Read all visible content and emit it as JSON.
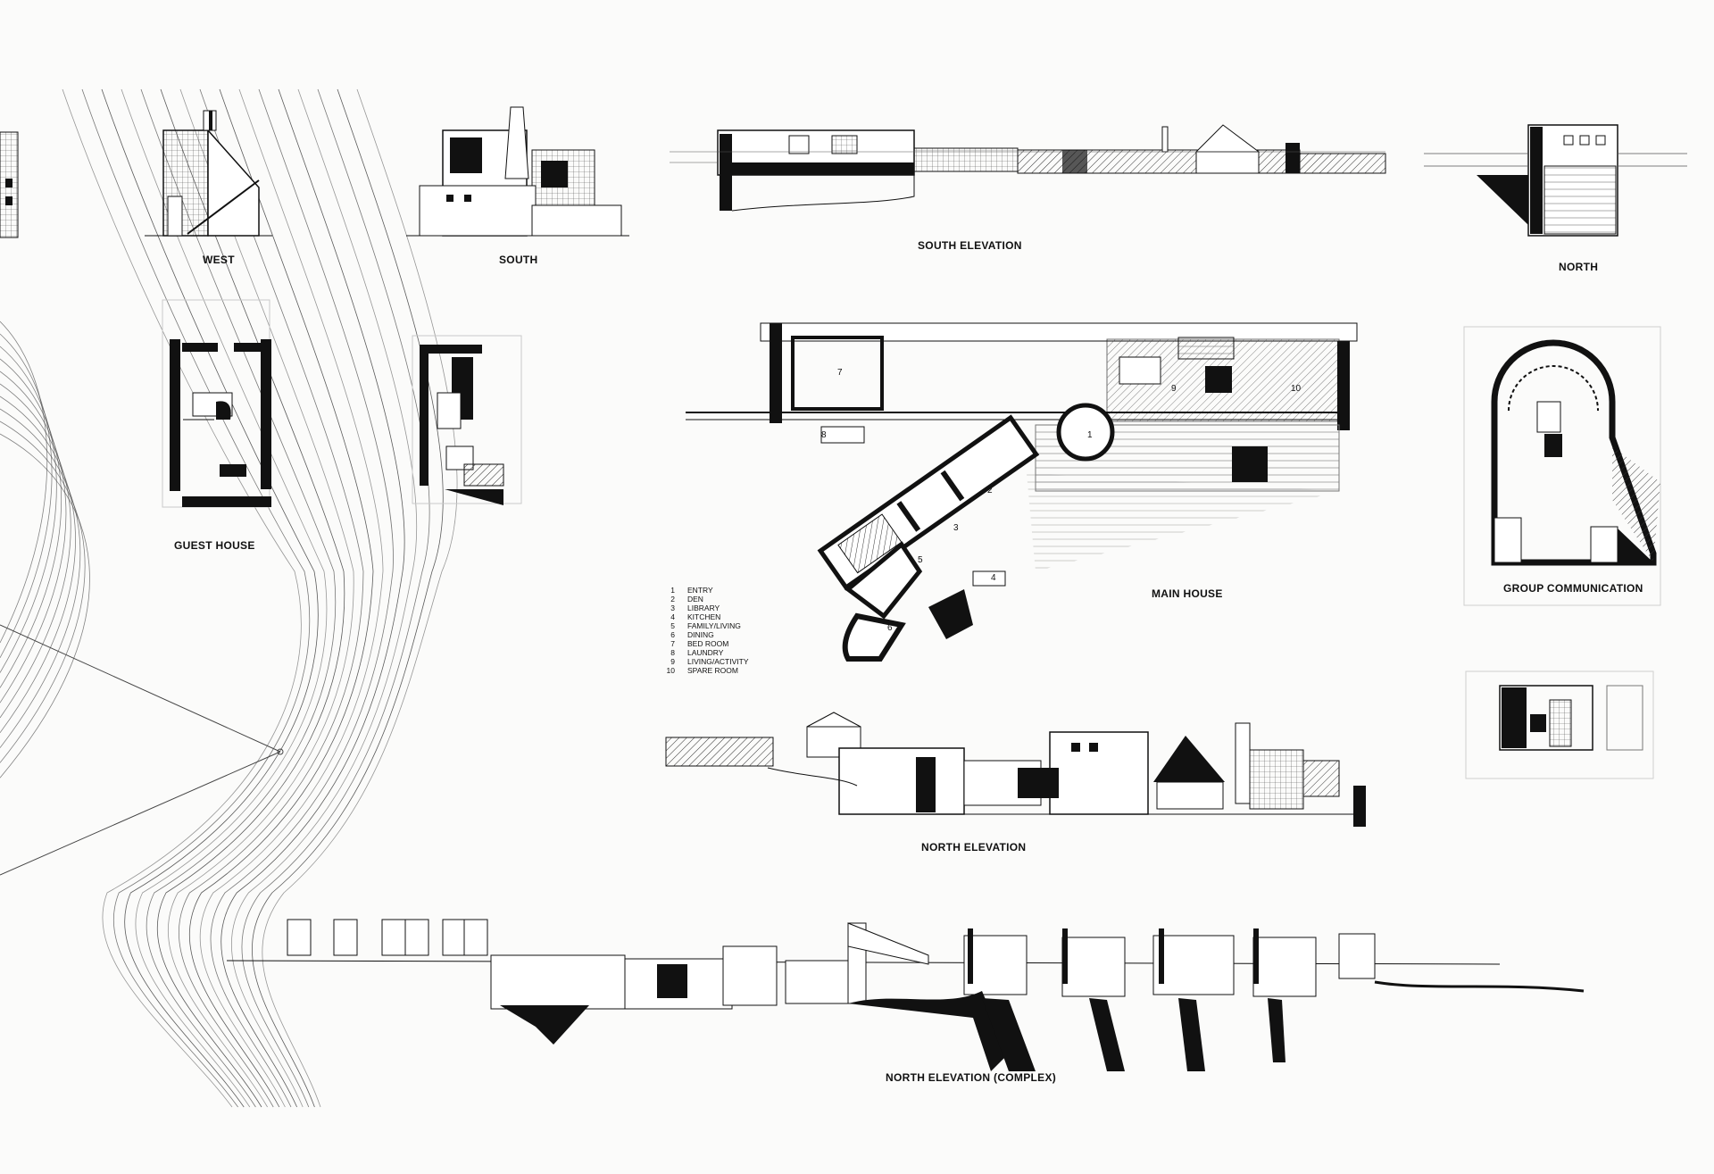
{
  "labels": {
    "west": "WEST",
    "south": "SOUTH",
    "south_elevation": "SOUTH ELEVATION",
    "north": "NORTH",
    "guest_house": "GUEST HOUSE",
    "main_house": "MAIN HOUSE",
    "group_communication": "GROUP COMMUNICATION",
    "north_elevation": "NORTH ELEVATION",
    "north_elevation_complex": "NORTH ELEVATION (COMPLEX)"
  },
  "legend": [
    {
      "num": "1",
      "name": "ENTRY"
    },
    {
      "num": "2",
      "name": "DEN"
    },
    {
      "num": "3",
      "name": "LIBRARY"
    },
    {
      "num": "4",
      "name": "KITCHEN"
    },
    {
      "num": "5",
      "name": "FAMILY/LIVING"
    },
    {
      "num": "6",
      "name": "DINING"
    },
    {
      "num": "7",
      "name": "BED ROOM"
    },
    {
      "num": "8",
      "name": "LAUNDRY"
    },
    {
      "num": "9",
      "name": "LIVING/ACTIVITY"
    },
    {
      "num": "10",
      "name": "SPARE ROOM"
    }
  ],
  "room_numbers": [
    "1",
    "2",
    "3",
    "4",
    "5",
    "6",
    "7",
    "8",
    "9",
    "10"
  ],
  "colors": {
    "ink": "#111111",
    "paper": "#fbfbfa",
    "pencil": "#9a9a9a"
  }
}
